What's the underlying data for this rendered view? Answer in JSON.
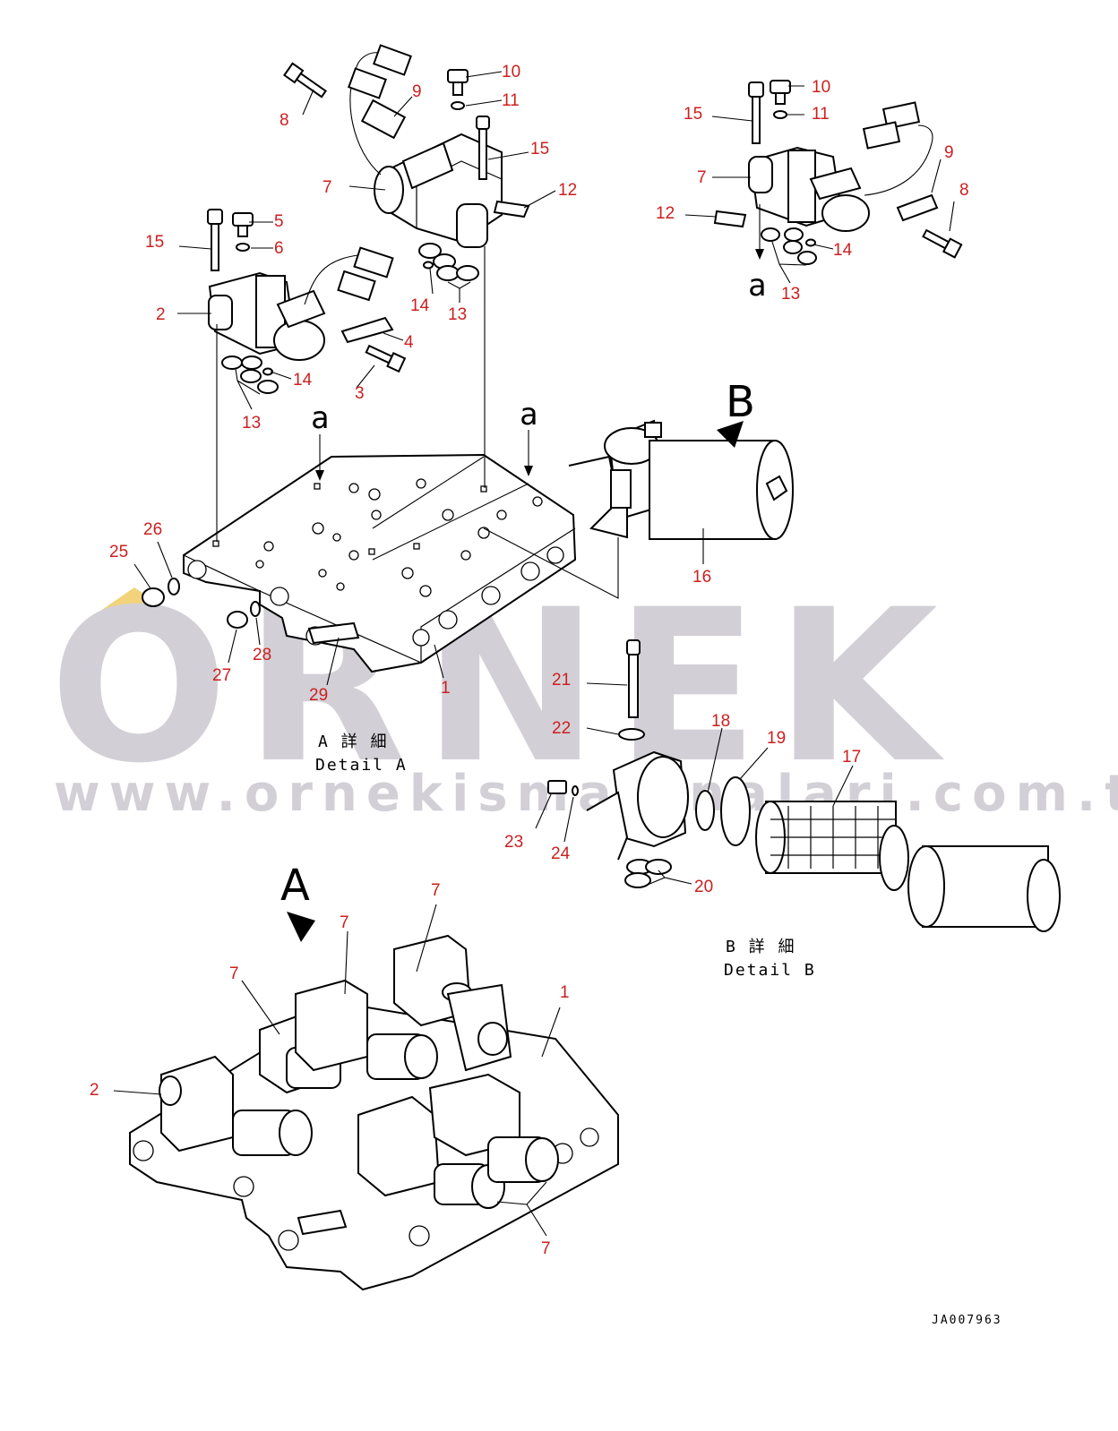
{
  "watermark": {
    "brand": "ORNEK",
    "url": "www.ornekismakinalari.com.tr",
    "color": "#d2d0d6",
    "accent": "#f2d27a"
  },
  "diagram": {
    "view_labels": {
      "view_a": "A",
      "view_b": "B",
      "section_a_left": "a",
      "section_a_right": "a",
      "section_a_detail": "a"
    },
    "detail_a": {
      "jp": "A 詳 細",
      "en": "Detail A"
    },
    "detail_b": {
      "jp": "B 詳 細",
      "en": "Detail B"
    },
    "drawing_code": "JA007963",
    "callout_color": "#cc1f1f",
    "callouts": {
      "c1": "1",
      "c2": "2",
      "c3": "3",
      "c4": "4",
      "c5": "5",
      "c6": "6",
      "c7a": "7",
      "c7b": "7",
      "c8a": "8",
      "c8b": "8",
      "c9a": "9",
      "c9b": "9",
      "c10a": "10",
      "c10b": "10",
      "c11a": "11",
      "c11b": "11",
      "c12a": "12",
      "c12b": "12",
      "c13a": "13",
      "c13b": "13",
      "c13c": "13",
      "c14a": "14",
      "c14b": "14",
      "c14c": "14",
      "c15a": "15",
      "c15b": "15",
      "c15c": "15",
      "c16": "16",
      "c17": "17",
      "c18": "18",
      "c19": "19",
      "c20": "20",
      "c21": "21",
      "c22": "22",
      "c23": "23",
      "c24": "24",
      "c25": "25",
      "c26": "26",
      "c27": "27",
      "c28": "28",
      "c29": "29",
      "bot7a": "7",
      "bot7b": "7",
      "bot7c": "7",
      "bot7d": "7",
      "bot1": "1",
      "bot2": "2"
    }
  }
}
